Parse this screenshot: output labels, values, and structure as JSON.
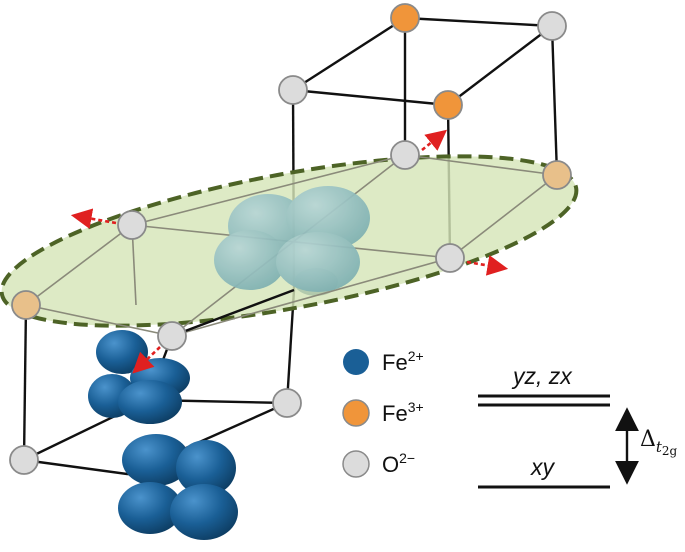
{
  "legend": {
    "fe2": {
      "label": "Fe",
      "charge": "2+",
      "color": "#1a5f96"
    },
    "fe3": {
      "label": "Fe",
      "charge": "3+",
      "color": "#f0953a"
    },
    "o2": {
      "label": "O",
      "charge": "2−",
      "color": "#dcdcdc"
    }
  },
  "energy_levels": {
    "upper_label": "yz, zx",
    "lower_label": "xy",
    "splitting_symbol": "Δ",
    "splitting_sub": "t",
    "splitting_subsub": "2g"
  },
  "colors": {
    "plane_fill": "#d6e5b8",
    "plane_outline": "#4d6326",
    "displacement_arrow": "#e02020",
    "orbital_blue": "#1a5f96",
    "orbital_teal": "#8fbcbd"
  }
}
